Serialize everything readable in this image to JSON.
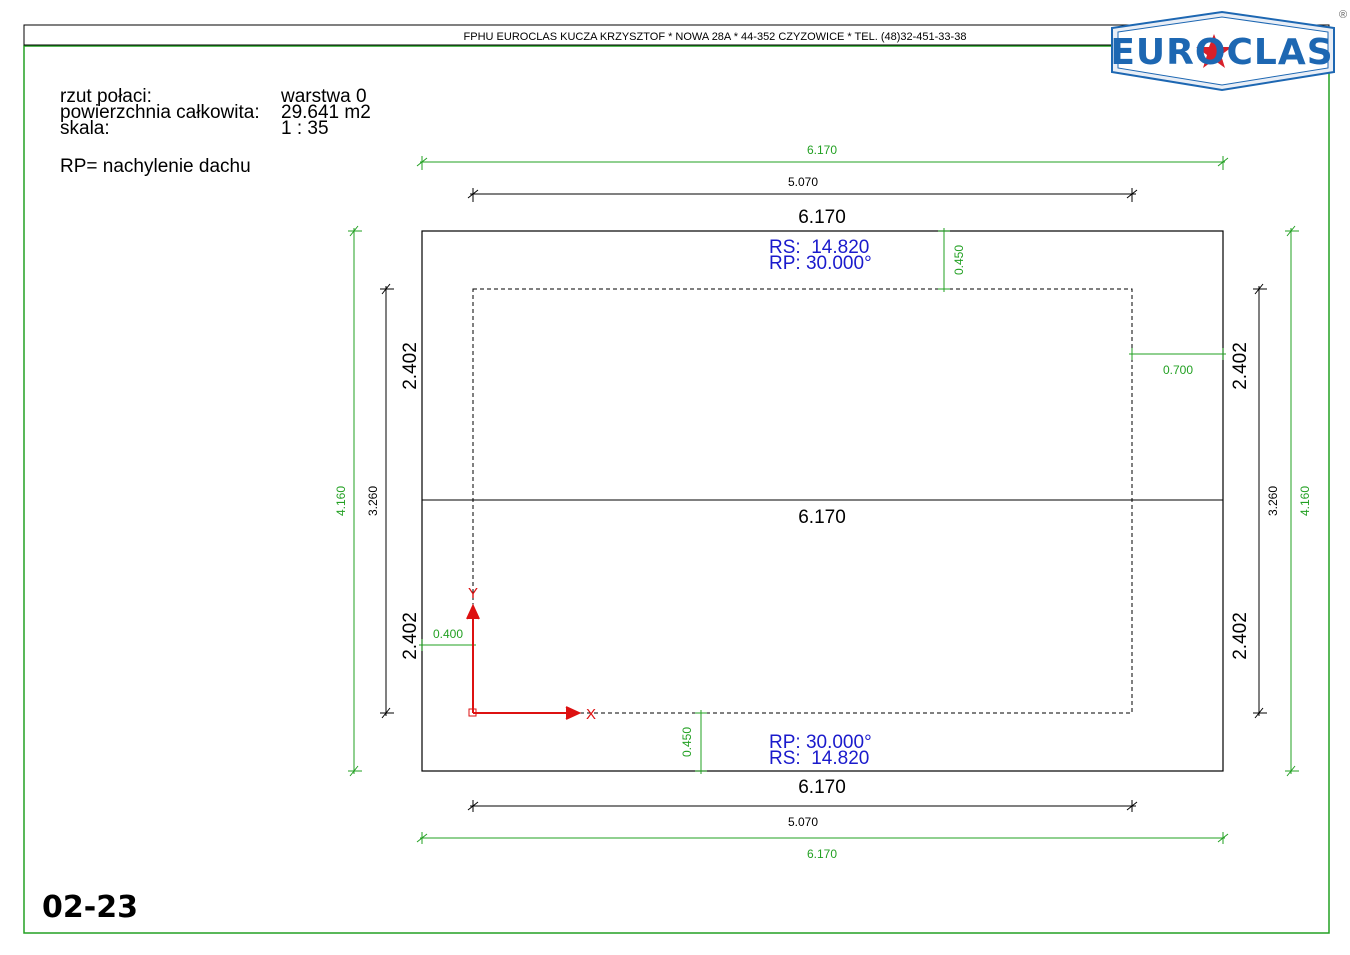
{
  "header": {
    "company_line": "FPHU EUROCLAS KUCZA KRZYSZTOF * NOWA 28A * 44-352 CZYZOWICE * TEL. (48)32-451-33-38",
    "logo_text": "EUROCLAS",
    "registered_mark": "®"
  },
  "info": {
    "rzut_label": "rzut połaci:",
    "rzut_value": "warstwa 0",
    "area_label": "powierzchnia całkowita:",
    "area_value": "29.641 m2",
    "scale_label": "skala:",
    "scale_value": "1 : 35",
    "legend": "RP= nachylenie dachu"
  },
  "sheet_number": "02-23",
  "drawing": {
    "dim_outer_top": "6.170",
    "dim_inner_top": "5.070",
    "edge_top": "6.170",
    "edge_middle": "6.170",
    "edge_bottom": "6.170",
    "dim_inner_bottom": "5.070",
    "dim_outer_bottom": "6.170",
    "dim_outer_left": "4.160",
    "dim_inner_left": "3.260",
    "dim_outer_right": "4.160",
    "dim_inner_right": "3.260",
    "slope_left_upper": "2.402",
    "slope_left_lower": "2.402",
    "slope_right_upper": "2.402",
    "slope_right_lower": "2.402",
    "overhang_top": "0.450",
    "overhang_bottom": "0.450",
    "overhang_right": "0.700",
    "overhang_left": "0.400",
    "top_rs": "RS:  14.820",
    "top_rp": "RP: 30.000°",
    "bottom_rp": "RP: 30.000°",
    "bottom_rs": "RS:  14.820",
    "axis_x": "X",
    "axis_y": "Y"
  },
  "colors": {
    "dimension_green": "#22a022",
    "annotation_blue": "#1a1acc",
    "axis_red": "#dd1111",
    "logo_blue": "#1d67b2"
  }
}
